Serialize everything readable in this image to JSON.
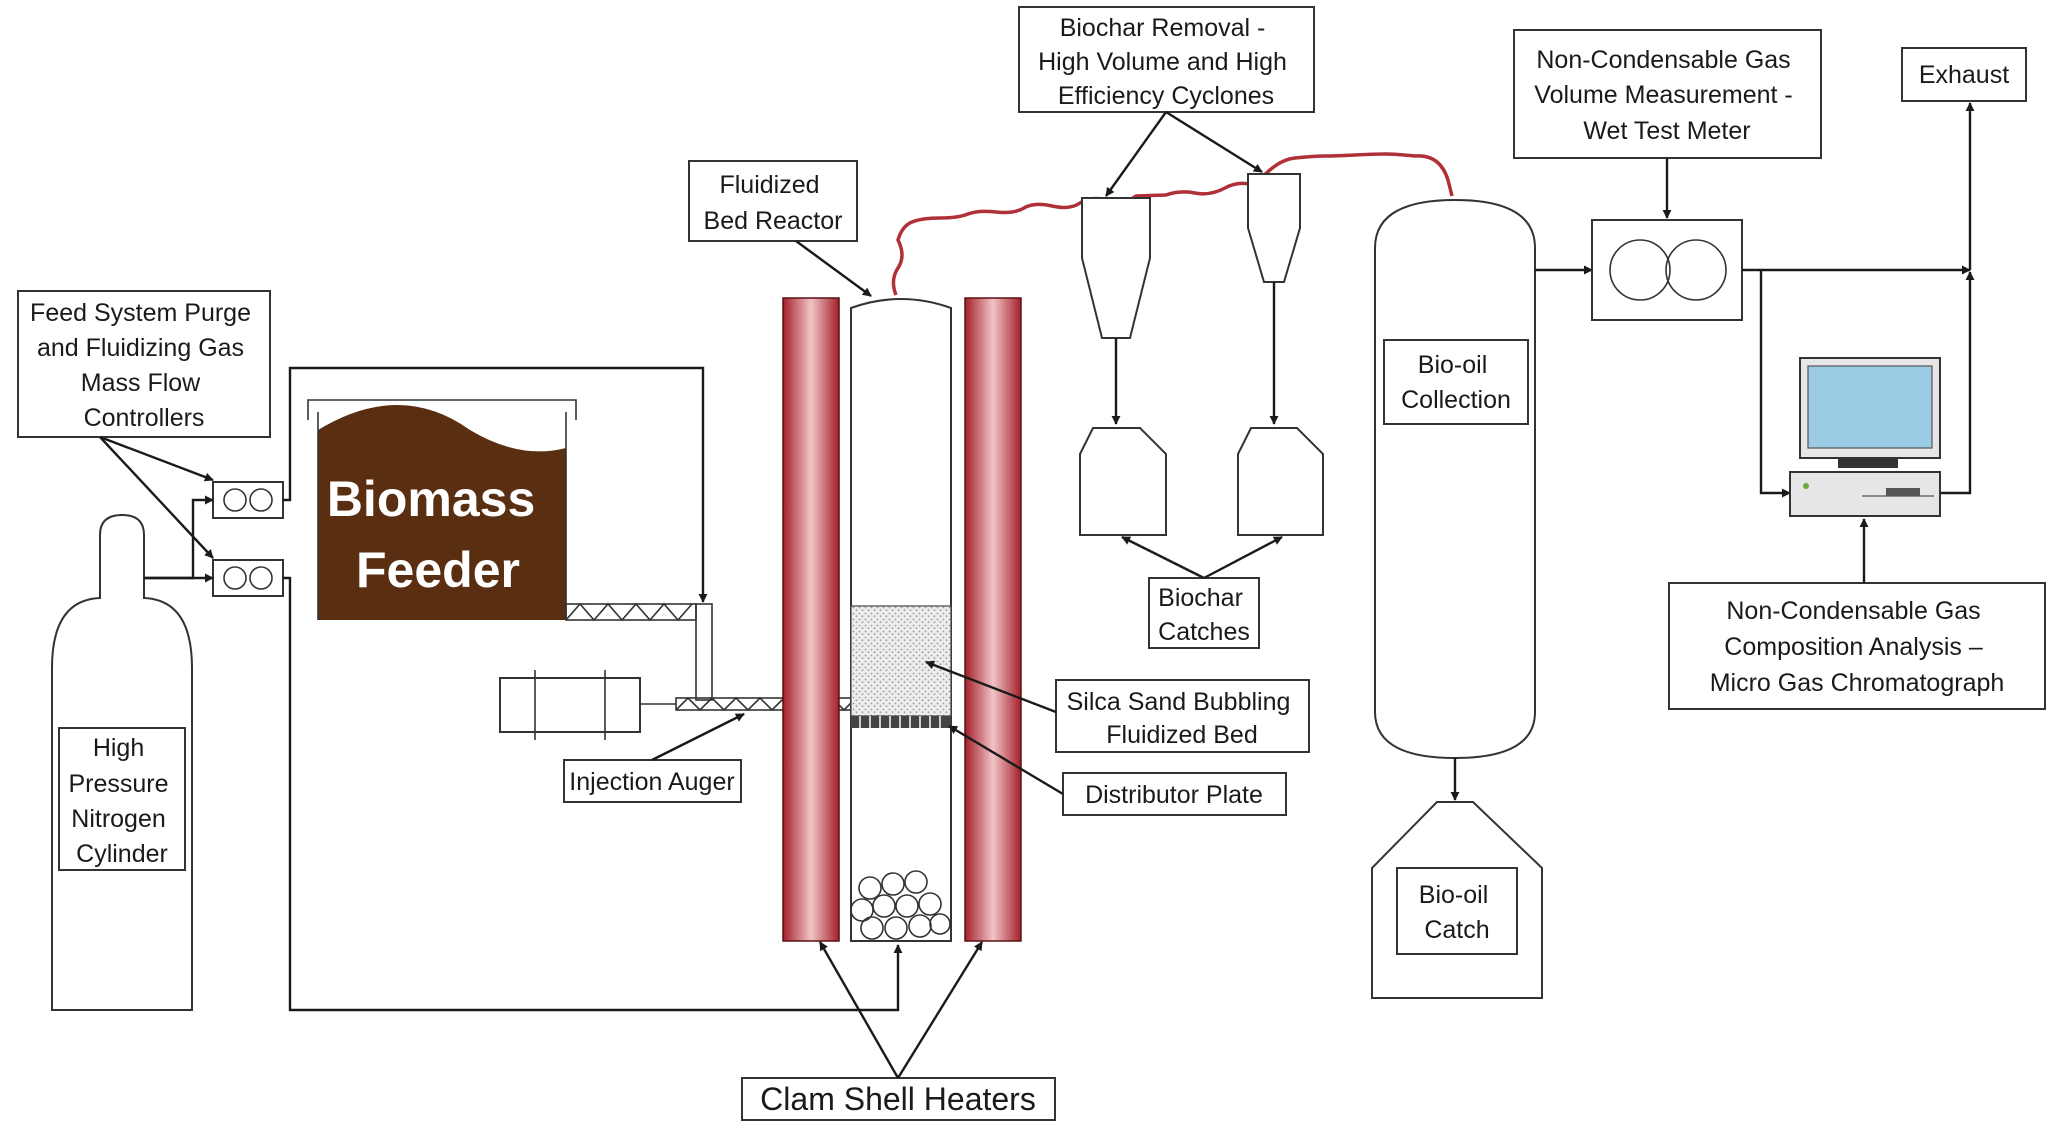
{
  "colors": {
    "heater": "#a3202a",
    "heater_light": "#f1c4c6",
    "biomass": "#5a2e10",
    "hot_pipe": "#b03038",
    "screen": "#9ccbe6",
    "line": "#1a1a1a"
  },
  "labels": {
    "feed_system": [
      "Feed System Purge",
      "and Fluidizing Gas",
      "Mass Flow",
      "Controllers"
    ],
    "nitrogen": [
      "High",
      "Pressure",
      "Nitrogen",
      "Cylinder"
    ],
    "biomass_feeder": [
      "Biomass",
      "Feeder"
    ],
    "fluidized_bed_reactor": [
      "Fluidized",
      "Bed Reactor"
    ],
    "injection_auger": "Injection Auger",
    "silica_sand": [
      "Silca Sand Bubbling",
      "Fluidized Bed"
    ],
    "distributor_plate": "Distributor Plate",
    "clam_shell": "Clam Shell Heaters",
    "biochar_removal": [
      "Biochar Removal -",
      "High Volume and High",
      "Efficiency Cyclones"
    ],
    "biochar_catches": [
      "Biochar",
      "Catches"
    ],
    "bio_oil_collection": [
      "Bio-oil",
      "Collection"
    ],
    "bio_oil_catch": [
      "Bio-oil",
      "Catch"
    ],
    "wet_test_meter": [
      "Non-Condensable Gas",
      "Volume Measurement -",
      "Wet Test Meter"
    ],
    "exhaust": "Exhaust",
    "gc": [
      "Non-Condensable Gas",
      "Composition Analysis –",
      "Micro Gas Chromatograph"
    ]
  }
}
